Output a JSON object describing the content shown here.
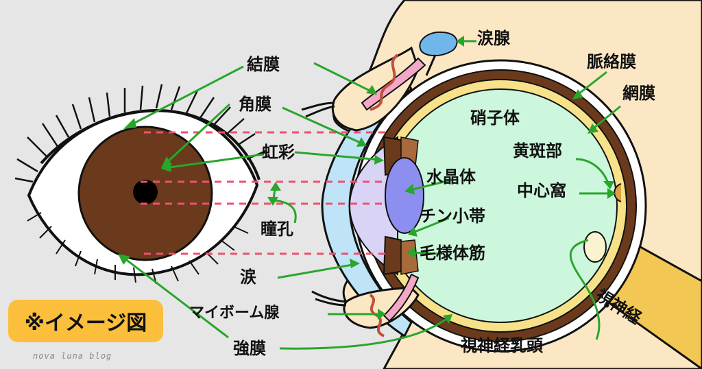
{
  "colors": {
    "background": "#e6e6e6",
    "skin": "#fbe7c4",
    "sclera_outer": "#ffffff",
    "choroid": "#6b3a1c",
    "retina": "#f7e28a",
    "vitreous": "#ccf7dd",
    "cornea": "#bfe3f7",
    "iris": "#6b3a1c",
    "lens": "#8d8ff0",
    "aqueous": "#d9d4f5",
    "optic_nerve": "#f3c753",
    "leader_green": "#2aa52c",
    "dash_red": "#f0506e",
    "badge_bg": "#fbbf3c"
  },
  "labels": {
    "lacrimal_gland": "涙腺",
    "conjunctiva": "結膜",
    "choroid": "脈絡膜",
    "retina": "網膜",
    "cornea": "角膜",
    "vitreous": "硝子体",
    "iris": "虹彩",
    "macula": "黄斑部",
    "lens": "水晶体",
    "fovea": "中心窩",
    "pupil": "瞳孔",
    "zonule": "チン小帯",
    "ciliary_muscle": "毛様体筋",
    "optic_nerve": "視神経",
    "tears": "涙",
    "meibomian_gland": "マイボーム腺",
    "sclera": "強膜",
    "optic_disc": "視神経乳頭"
  },
  "badge": "※イメージ図",
  "footer": "nova luna blog"
}
